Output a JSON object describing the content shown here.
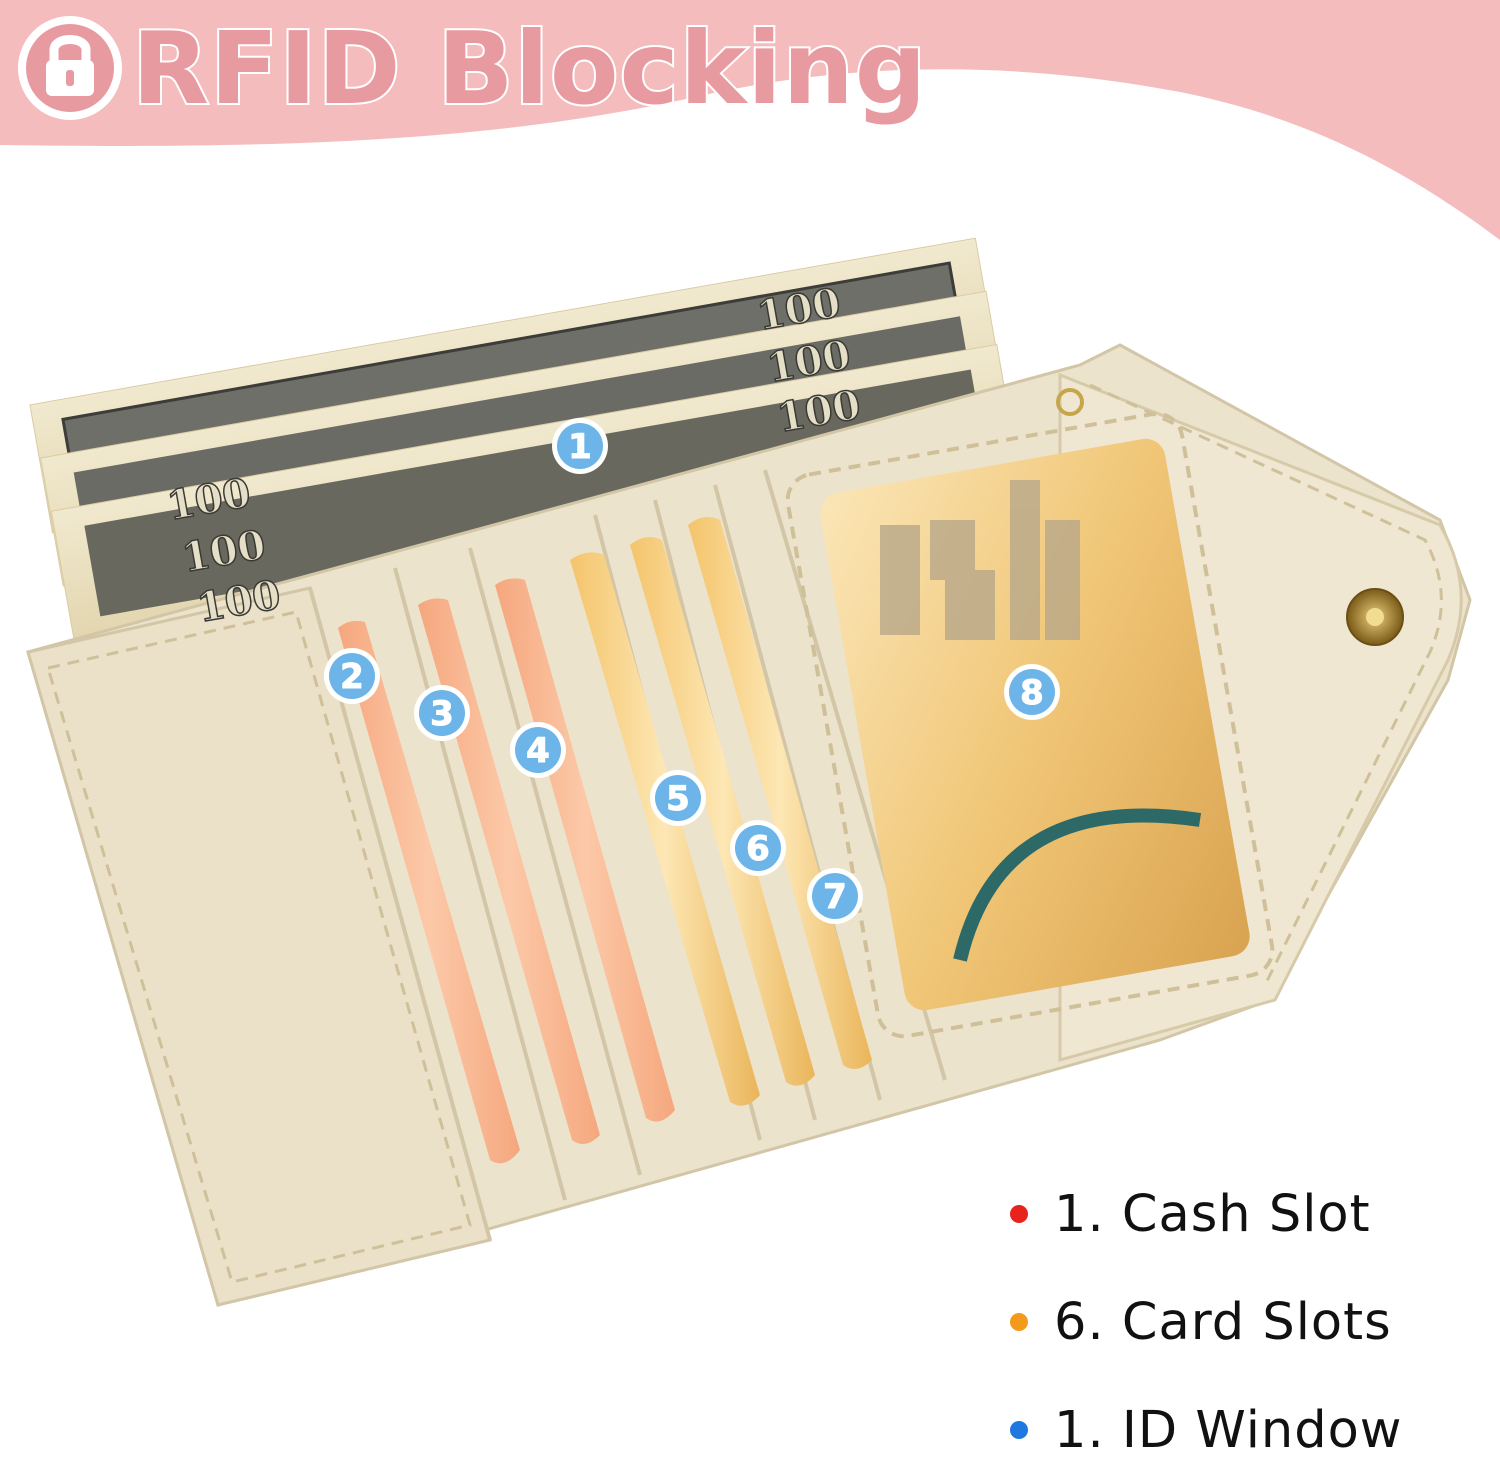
{
  "header": {
    "title": "RFID Blocking",
    "icon": "lock-icon"
  },
  "callouts": [
    "1",
    "2",
    "3",
    "4",
    "5",
    "6",
    "7",
    "8"
  ],
  "bill_denomination": "100",
  "legend": [
    {
      "label": "1. Cash Slot",
      "color": "#e8231e"
    },
    {
      "label": "6. Card Slots",
      "color": "#f39a1c"
    },
    {
      "label": "1. ID Window",
      "color": "#1e78e0"
    }
  ],
  "colors": {
    "banner": "#f5bcbd",
    "title": "#e89aa1",
    "wallet": "#ece3cd",
    "callout": "#6db4e8"
  }
}
